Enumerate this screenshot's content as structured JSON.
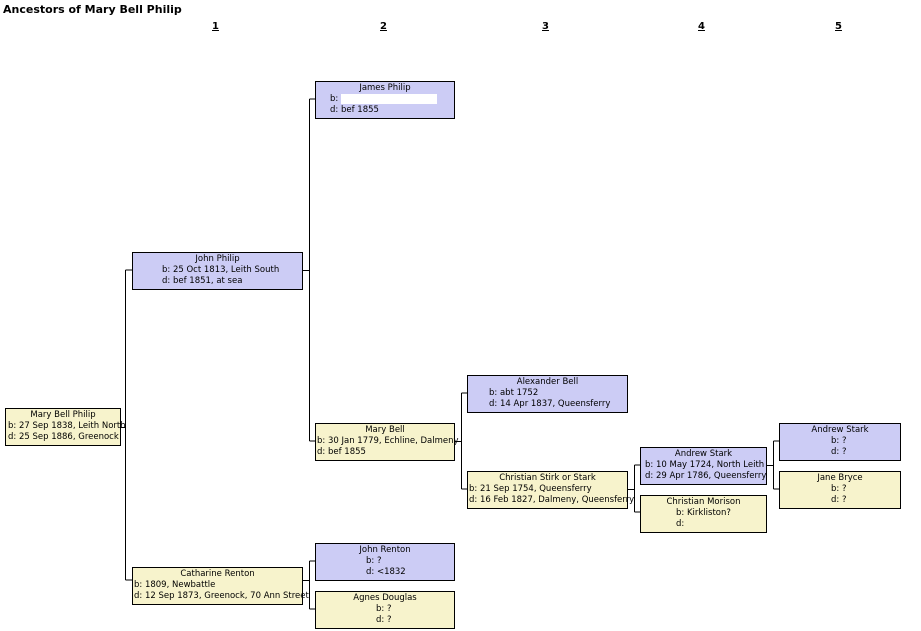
{
  "chart_title": "Ancestors of Mary Bell Philip",
  "generations": [
    "1",
    "2",
    "3",
    "4",
    "5"
  ],
  "people": {
    "p1": {
      "name": "Mary Bell Philip",
      "b": "b: 27 Sep 1838, Leith North",
      "d": "d: 25 Sep 1886, Greenock",
      "sex": "female"
    },
    "p2": {
      "name": "John Philip",
      "b": "b: 25 Oct 1813, Leith South",
      "d": "d: bef 1851, at sea",
      "sex": "male"
    },
    "p3": {
      "name": "Catharine Renton",
      "b": "b: 1809, Newbattle",
      "d": "d: 12 Sep 1873, Greenock, 70 Ann Street",
      "sex": "female"
    },
    "p4": {
      "name": "James Philip",
      "b": "b:",
      "d": "d: bef 1855",
      "sex": "male"
    },
    "p5": {
      "name": "Mary Bell",
      "b": "b: 30 Jan 1779, Echline, Dalmeny",
      "d": "d: bef 1855",
      "sex": "female"
    },
    "p6": {
      "name": "John Renton",
      "b": "b: ?",
      "d": "d: <1832",
      "sex": "male"
    },
    "p7": {
      "name": "Agnes Douglas",
      "b": "b: ?",
      "d": "d: ?",
      "sex": "female"
    },
    "p10": {
      "name": "Alexander Bell",
      "b": "b: abt 1752",
      "d": "d: 14 Apr 1837, Queensferry",
      "sex": "male"
    },
    "p11": {
      "name": "Christian Stirk or Stark",
      "b": "b: 21 Sep 1754, Queensferry",
      "d": "d: 16 Feb 1827, Dalmeny, Queensferry",
      "sex": "female"
    },
    "p22": {
      "name": "Andrew Stark",
      "b": "b: 10 May 1724, North Leith",
      "d": "d: 29 Apr 1786, Queensferry",
      "sex": "male"
    },
    "p23": {
      "name": "Christian Morison",
      "b": "b: Kirkliston?",
      "d": "d:",
      "sex": "female"
    },
    "p44": {
      "name": "Andrew Stark",
      "b": "b: ?",
      "d": "d: ?",
      "sex": "male"
    },
    "p45": {
      "name": "Jane Bryce",
      "b": "b: ?",
      "d": "d: ?",
      "sex": "female"
    }
  },
  "colors": {
    "male": "#ccccf5",
    "female": "#f7f3cc",
    "line": "#000000"
  }
}
